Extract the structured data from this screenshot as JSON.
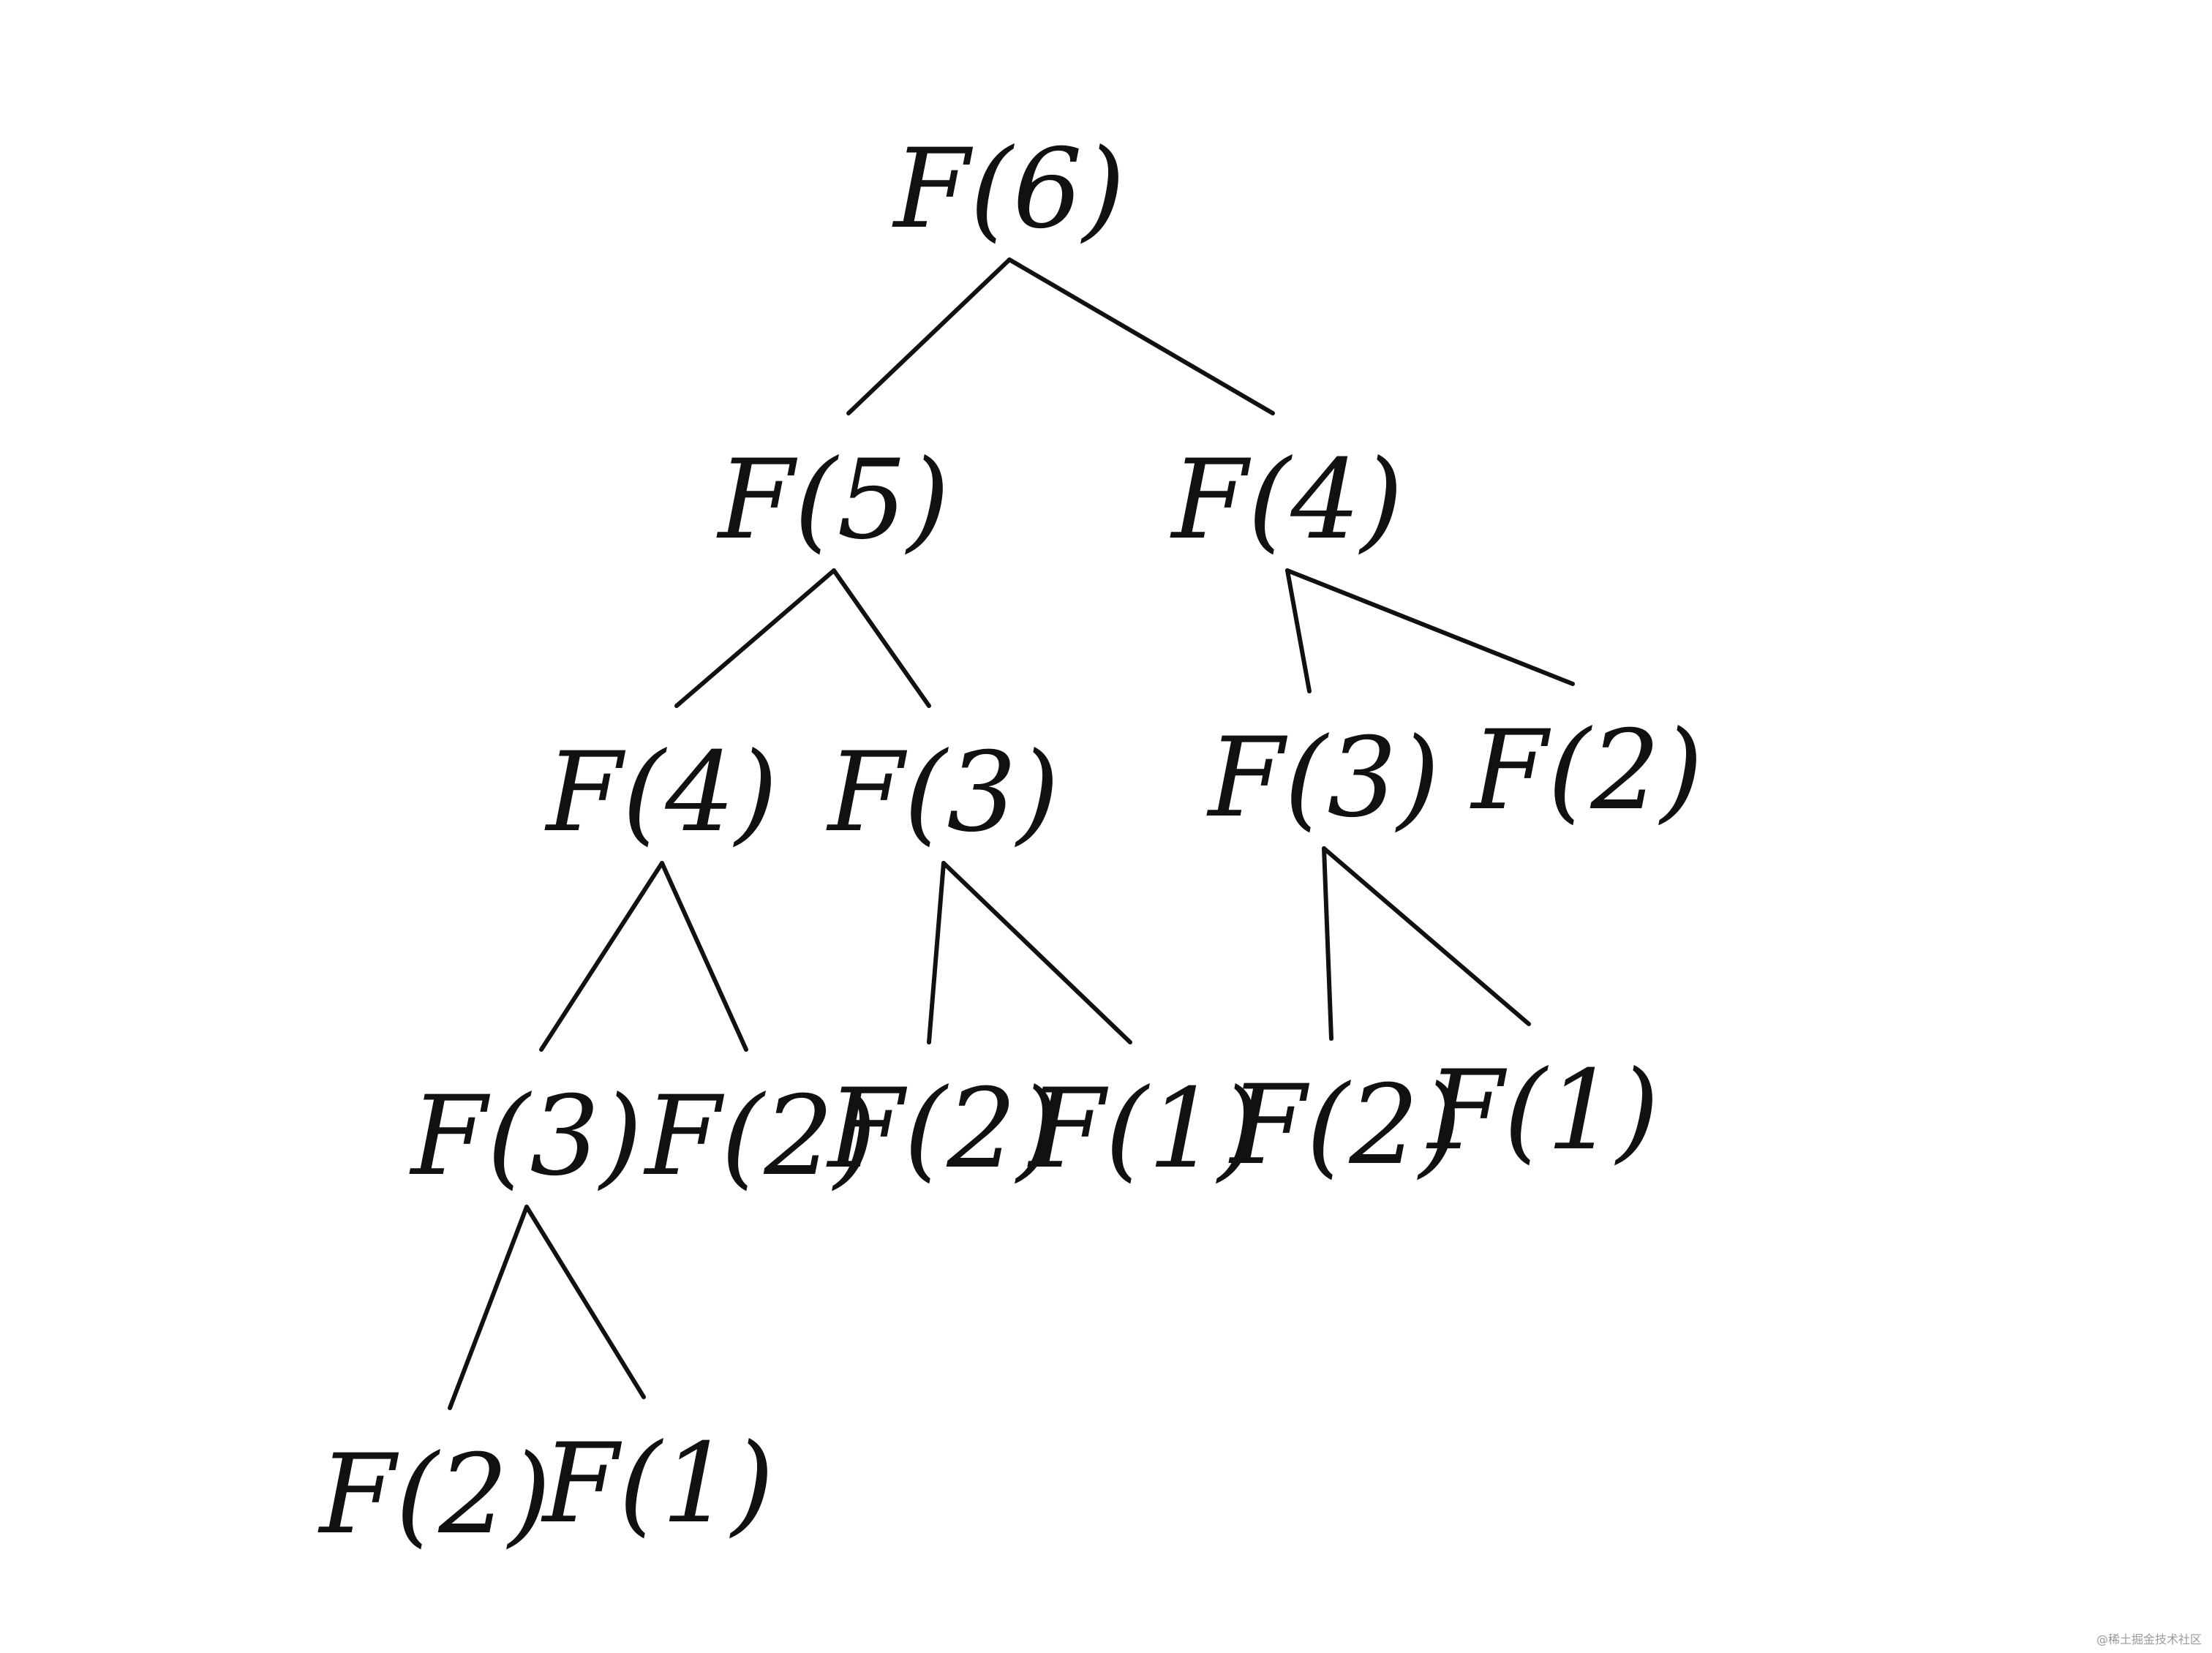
{
  "tree": {
    "nodes": [
      {
        "id": "n0",
        "label": "F(6)"
      },
      {
        "id": "n1",
        "label": "F(5)"
      },
      {
        "id": "n2",
        "label": "F(4)"
      },
      {
        "id": "n3",
        "label": "F(4)"
      },
      {
        "id": "n4",
        "label": "F(3)"
      },
      {
        "id": "n5",
        "label": "F(3)"
      },
      {
        "id": "n6",
        "label": "F(2)"
      },
      {
        "id": "n7",
        "label": "F(3)"
      },
      {
        "id": "n8",
        "label": "F(2)"
      },
      {
        "id": "n9",
        "label": "F(2)"
      },
      {
        "id": "n10",
        "label": "F(1)"
      },
      {
        "id": "n11",
        "label": "F(2)"
      },
      {
        "id": "n12",
        "label": "F(1)"
      },
      {
        "id": "n13",
        "label": "F(2)"
      },
      {
        "id": "n14",
        "label": "F(1)"
      }
    ],
    "edges": [
      [
        "n0",
        "n1"
      ],
      [
        "n0",
        "n2"
      ],
      [
        "n1",
        "n3"
      ],
      [
        "n1",
        "n4"
      ],
      [
        "n2",
        "n5"
      ],
      [
        "n2",
        "n6"
      ],
      [
        "n3",
        "n7"
      ],
      [
        "n3",
        "n8"
      ],
      [
        "n4",
        "n9"
      ],
      [
        "n4",
        "n10"
      ],
      [
        "n5",
        "n11"
      ],
      [
        "n5",
        "n12"
      ],
      [
        "n7",
        "n13"
      ],
      [
        "n7",
        "n14"
      ]
    ]
  },
  "watermark": "@稀土掘金技术社区"
}
